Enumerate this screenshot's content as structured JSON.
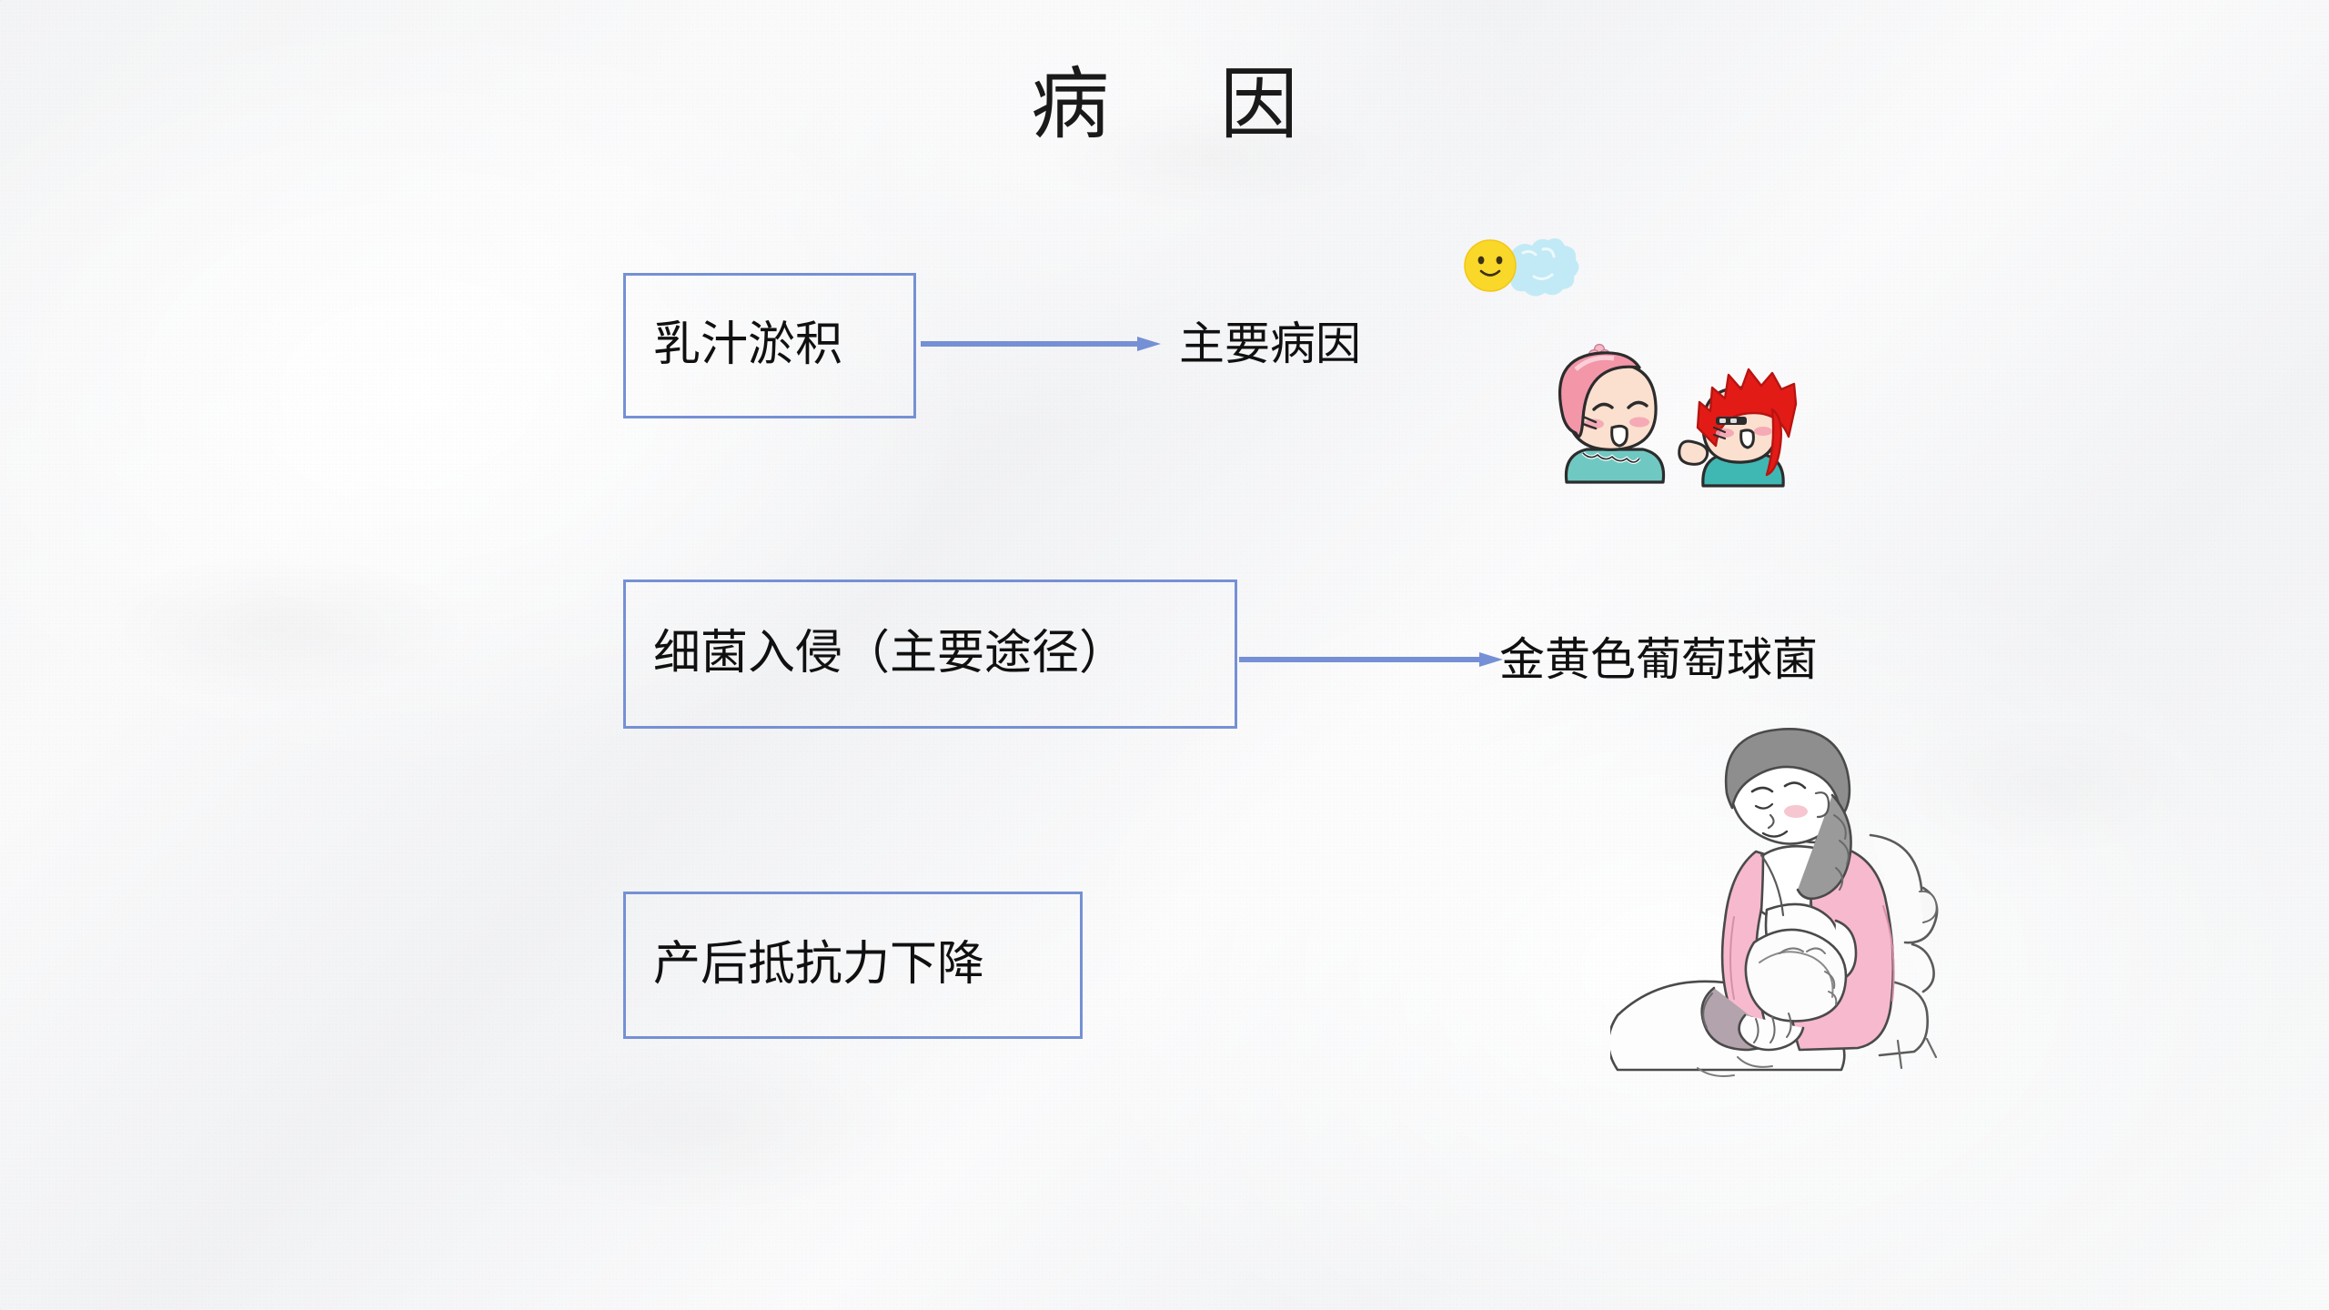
{
  "slide": {
    "title": "病  因",
    "background_color": "#f6f7f8",
    "accent_color": "#7590d4",
    "text_color": "#101010"
  },
  "flow": {
    "boxes": [
      {
        "id": "milk",
        "label": "乳汁淤积"
      },
      {
        "id": "bact",
        "label": "细菌入侵（主要途径）"
      },
      {
        "id": "immune",
        "label": "产后抵抗力下降"
      }
    ],
    "arrow_labels": [
      {
        "id": "main_cause",
        "label": "主要病因"
      },
      {
        "id": "staph",
        "label": "金黄色葡萄球菌"
      }
    ]
  },
  "artwork": {
    "sun_cloud": {
      "name": "smiling-sun-with-cloud-illustration",
      "sun_color": "#f8d731",
      "cloud_color": "#b8e9f4"
    },
    "couple": {
      "name": "two-cartoon-characters-illustration",
      "hair_colors": [
        "#f09aa8",
        "#e01b18"
      ],
      "shirt_color": "#56c4c0"
    },
    "breastfeed": {
      "name": "mother-breastfeeding-baby-line-art",
      "garment_color": "#f4adc2"
    }
  }
}
